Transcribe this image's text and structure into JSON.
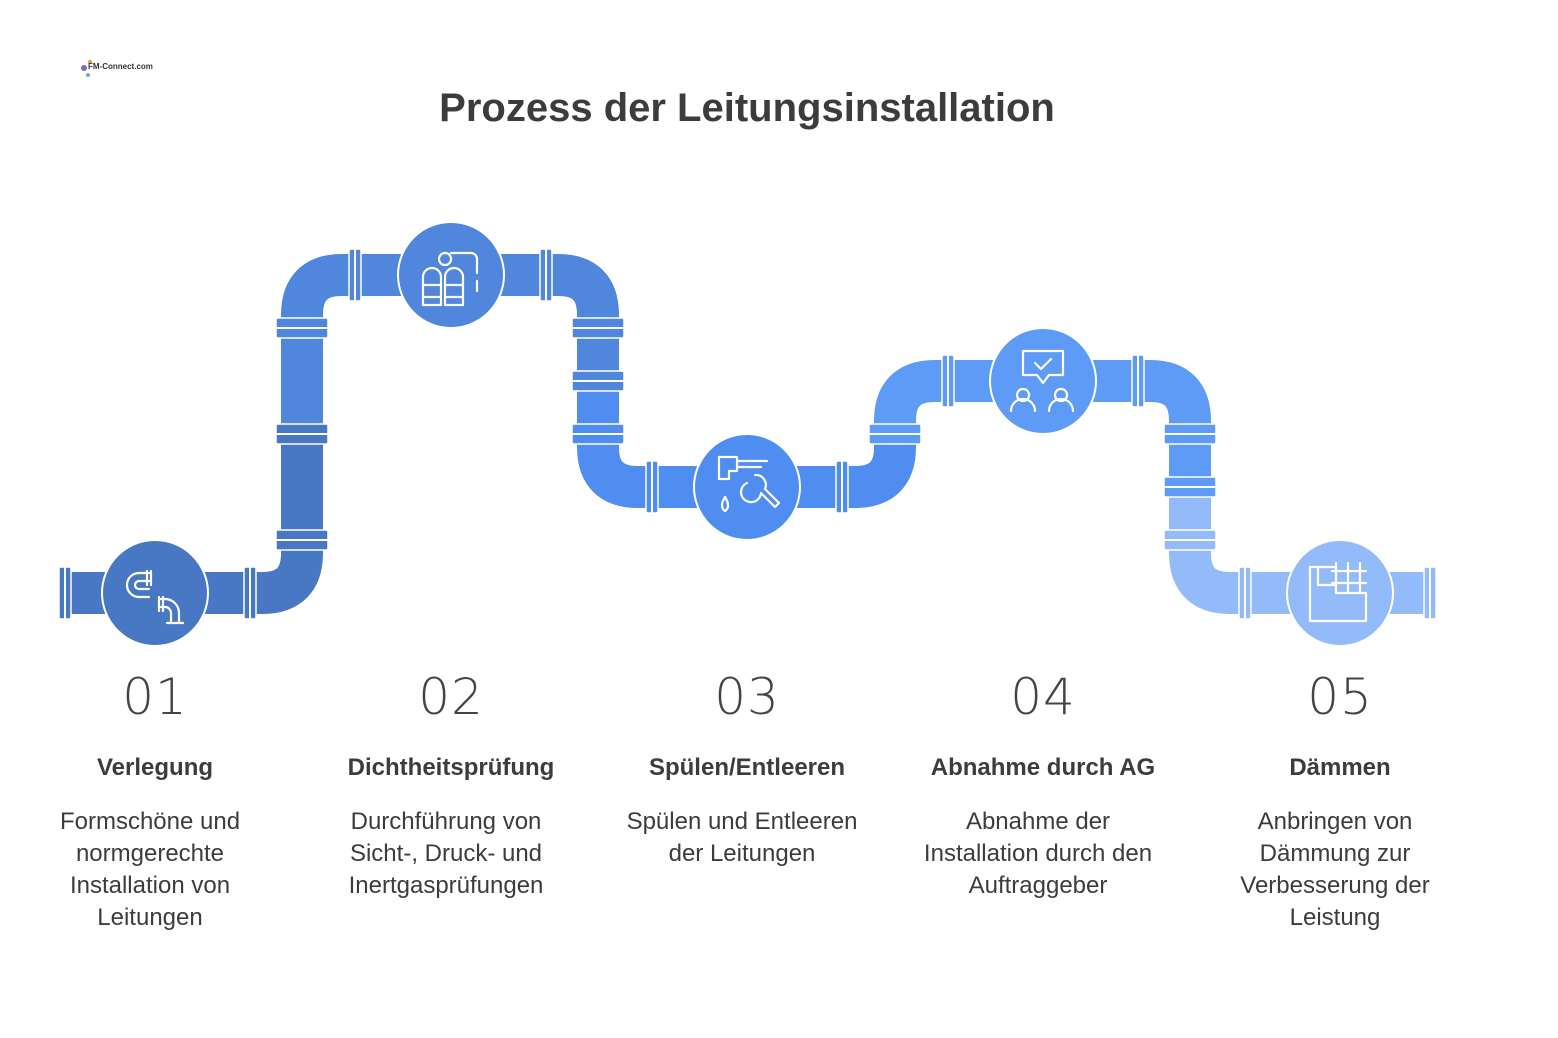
{
  "logo_text": "FM-Connect.com",
  "title": "Prozess der Leitungsinstallation",
  "colors": {
    "step1": "#4878c4",
    "step2": "#5086dc",
    "step3": "#508df0",
    "step4": "#5e9bf6",
    "step5": "#93bbfa",
    "text": "#3c3c3c"
  },
  "steps": [
    {
      "number": "01",
      "title": "Verlegung",
      "description": "Formschöne und normgerechte Installation von Leitungen",
      "icon": "pipe-elbow-icon"
    },
    {
      "number": "02",
      "title": "Dichtheitsprüfung",
      "description": "Durchführung von Sicht-, Druck- und Inertgasprüfungen",
      "icon": "gas-cylinders-gauge-icon"
    },
    {
      "number": "03",
      "title": "Spülen/Entleeren",
      "description": "Spülen und Entleeren der Leitungen",
      "icon": "faucet-wrench-drop-icon"
    },
    {
      "number": "04",
      "title": "Abnahme durch AG",
      "description": "Abnahme der Installation durch den Auftraggeber",
      "icon": "people-approval-icon"
    },
    {
      "number": "05",
      "title": "Dämmen",
      "description": "Anbringen von Dämmung zur Verbesserung der Leistung",
      "icon": "insulation-grid-icon"
    }
  ]
}
